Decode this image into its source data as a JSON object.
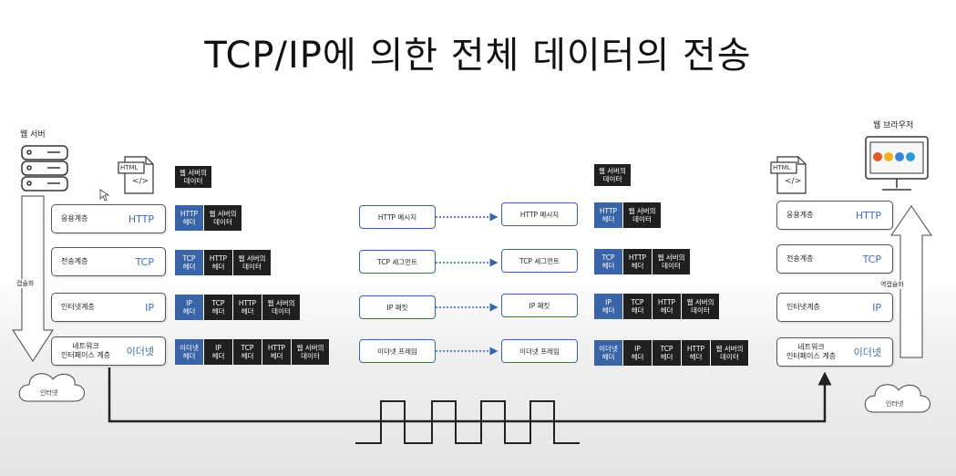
{
  "title": "TCP/IP에 의한 전체 데이터의 전송",
  "server_label": "웹 서버",
  "browser_label": "웹 브라우저",
  "html_icon_text": "HTML",
  "html_icon_glyph": "</>",
  "data_label": "웹 서버의\n데이터",
  "encapsulation": "캡슐화",
  "decapsulation": "역캡슐화",
  "internet": "인터넷",
  "layers": [
    {
      "name": "응용계층",
      "protocol": "HTTP"
    },
    {
      "name": "전송계층",
      "protocol": "TCP"
    },
    {
      "name": "인터넷계층",
      "protocol": "IP"
    },
    {
      "name": "네트워크\n인터페이스 계층",
      "protocol": "이더넷"
    }
  ],
  "packets": [
    [
      {
        "t": "HTTP\n헤더",
        "c": "b"
      },
      {
        "t": "웹 서버의\n데이터",
        "c": "k"
      }
    ],
    [
      {
        "t": "TCP\n헤더",
        "c": "b"
      },
      {
        "t": "HTTP\n헤더",
        "c": "k"
      },
      {
        "t": "웹 서버의\n데이터",
        "c": "k"
      }
    ],
    [
      {
        "t": "IP\n헤더",
        "c": "b"
      },
      {
        "t": "TCP\n헤더",
        "c": "k"
      },
      {
        "t": "HTTP\n헤더",
        "c": "k"
      },
      {
        "t": "웹 서버의\n데이터",
        "c": "k"
      }
    ],
    [
      {
        "t": "이더넷\n헤더",
        "c": "b"
      },
      {
        "t": "IP\n헤더",
        "c": "k"
      },
      {
        "t": "TCP\n헤더",
        "c": "k"
      },
      {
        "t": "HTTP\n헤더",
        "c": "k"
      },
      {
        "t": "웹 서버의\n데이터",
        "c": "k"
      }
    ]
  ],
  "transfer": [
    {
      "left": "HTTP 메시지",
      "right": "HTTP 메시지"
    },
    {
      "left": "TCP 세그먼트",
      "right": "TCP 세그먼트"
    },
    {
      "left": "IP 패킷",
      "right": "IP 패킷"
    },
    {
      "left": "이더넷 프레임",
      "right": "이더넷 프레임"
    }
  ],
  "colors": {
    "header": "#3a64a8",
    "data": "#202020",
    "protocol": "#3e6fb8"
  }
}
